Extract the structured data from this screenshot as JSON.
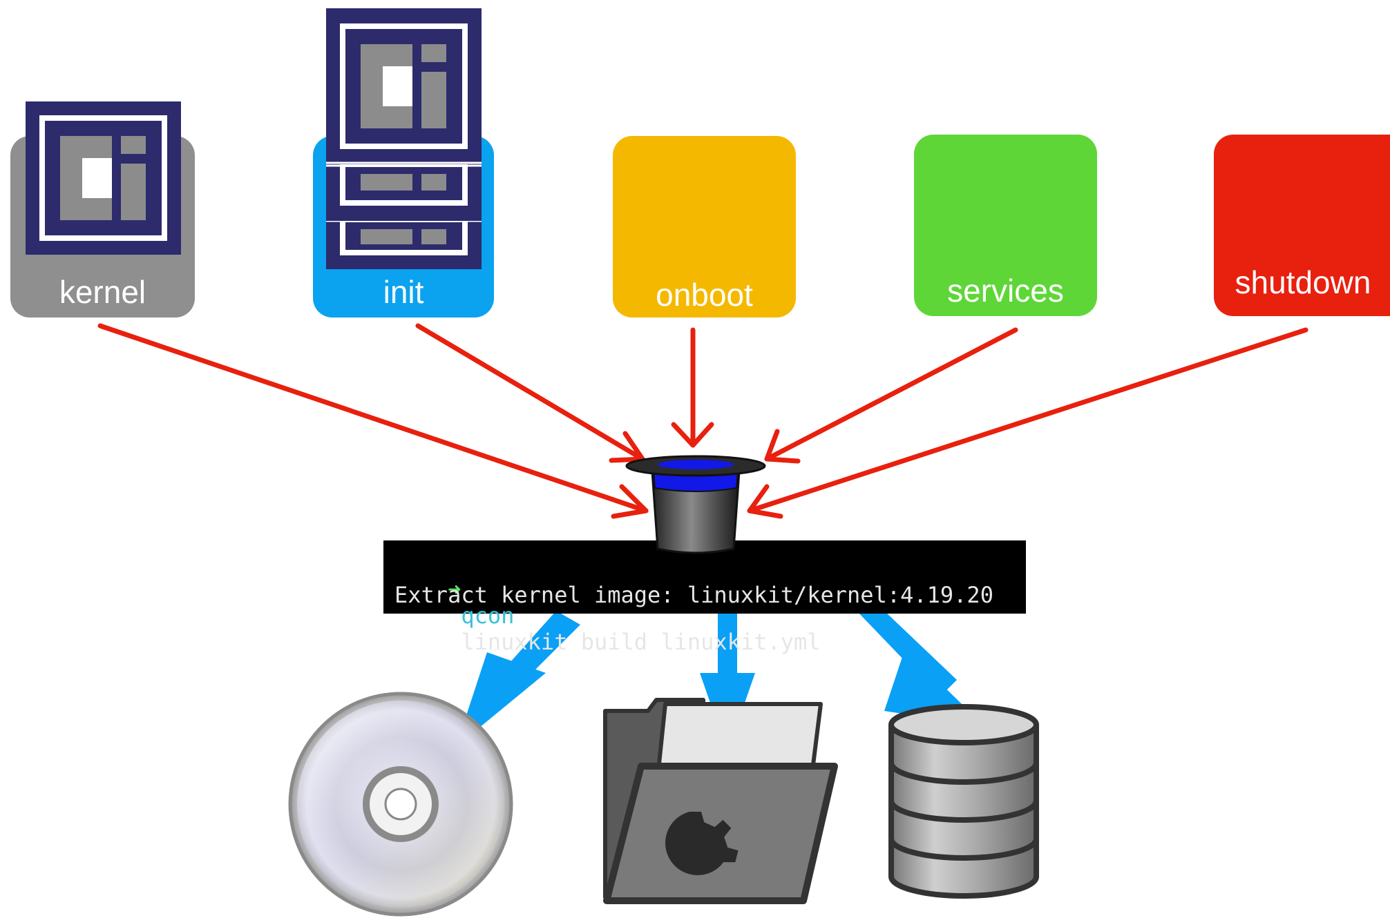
{
  "colors": {
    "kernel": "#8f8f8f",
    "init": "#0ba2f0",
    "onboot": "#f5b800",
    "services": "#5fd638",
    "shutdown": "#e8200e",
    "ci_navy": "#2d2b6c",
    "red_arrow": "#e8200e",
    "blue_arrow": "#0aa0f6"
  },
  "tiles": {
    "kernel": "kernel",
    "init": "init",
    "onboot": "onboot",
    "services": "services",
    "shutdown": "shutdown"
  },
  "terminal": {
    "prompt_symbol": "➜",
    "user": "qcon",
    "command": "linuxkit build linuxkit.yml",
    "output": "Extract kernel image: linuxkit/kernel:4.19.20"
  },
  "icons": {
    "top": "top-hat-icon",
    "iso": "cd-disc-icon",
    "folder": "folder-icon",
    "disk": "database-icon",
    "ci": "ci-logo-icon"
  }
}
